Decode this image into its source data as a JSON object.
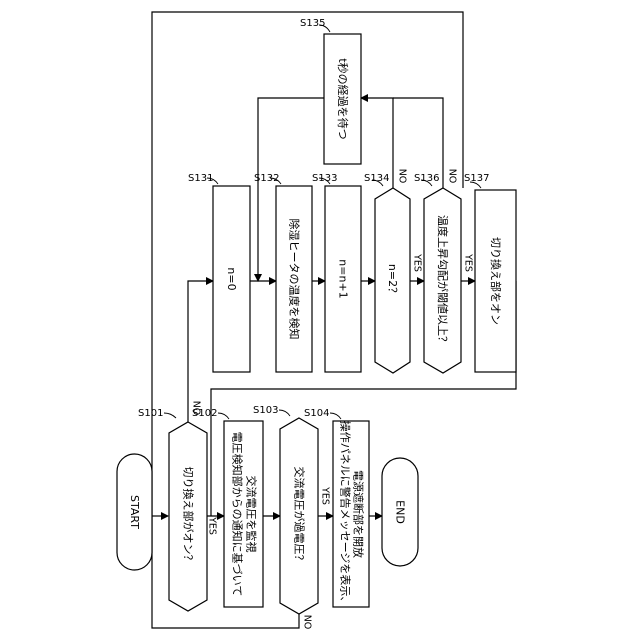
{
  "nodes": {
    "start": "START",
    "end": "END",
    "s101": {
      "step": "S101",
      "text": "切り換え部がオン？"
    },
    "s102": {
      "step": "S102",
      "line1": "電圧検知部からの通知に基づいて",
      "line2": "交流電圧を監視"
    },
    "s103": {
      "step": "S103",
      "text": "交流電圧が過電圧？"
    },
    "s104": {
      "step": "S104",
      "line1": "操作パネルに警告メッセージを表示、",
      "line2": "電源遮断部を開放"
    },
    "s131": {
      "step": "S131",
      "text": "n=0"
    },
    "s132": {
      "step": "S132",
      "text": "除湿ヒータの温度を検知"
    },
    "s133": {
      "step": "S133",
      "text": "n=n+1"
    },
    "s134": {
      "step": "S134",
      "text": "n=2？"
    },
    "s135": {
      "step": "S135",
      "text": "t秒の経過を待つ"
    },
    "s136": {
      "step": "S136",
      "text": "温度上昇勾配が閾値以上？"
    },
    "s137": {
      "step": "S137",
      "text": "切り換え部をオン"
    }
  },
  "labels": {
    "s101_no": "NO",
    "s101_yes": "YES",
    "s103_yes": "YES",
    "s103_no": "NO",
    "s134_no": "NO",
    "s134_yes": "YES",
    "s136_no": "NO",
    "s136_yes": "YES"
  }
}
